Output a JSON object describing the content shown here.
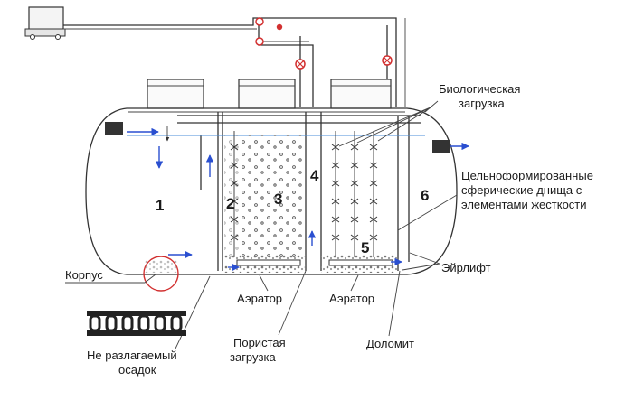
{
  "labels": {
    "bio_load": [
      "Биологическая",
      "загрузка"
    ],
    "spheric": [
      "Цельноформированные",
      "сферические днища с",
      "элементами жесткости"
    ],
    "airlift": "Эйрлифт",
    "korpus": "Корпус",
    "aerator": "Аэратор",
    "porous": [
      "Пористая",
      "загрузка"
    ],
    "dolomite": "Доломит",
    "sludge": [
      "Не разлагаемый",
      "осадок"
    ]
  },
  "chambers": [
    "1",
    "2",
    "3",
    "4",
    "5",
    "6"
  ],
  "colors": {
    "flow_arrow": "#2a4fd0",
    "valve": "#d23030",
    "line": "#333333"
  }
}
